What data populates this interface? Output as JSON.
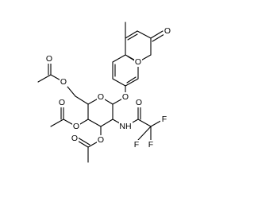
{
  "molecule": {
    "atoms": {
      "coumarin_carbonyl_O": "O",
      "coumarin_ring_O": "O",
      "aryl_ether_O": "O",
      "pyranose_ring_O": "O",
      "acetate6_ester_O": "O",
      "acetate6_carbonyl_O": "O",
      "acetate4_ester_O": "O",
      "acetate4_carbonyl_O": "O",
      "acetate3_ester_O": "O",
      "acetate3_carbonyl_O": "O",
      "amide_carbonyl_O": "O",
      "amide_NH": "NH",
      "fluorine_1": "F",
      "fluorine_2": "F",
      "fluorine_3": "F"
    }
  }
}
